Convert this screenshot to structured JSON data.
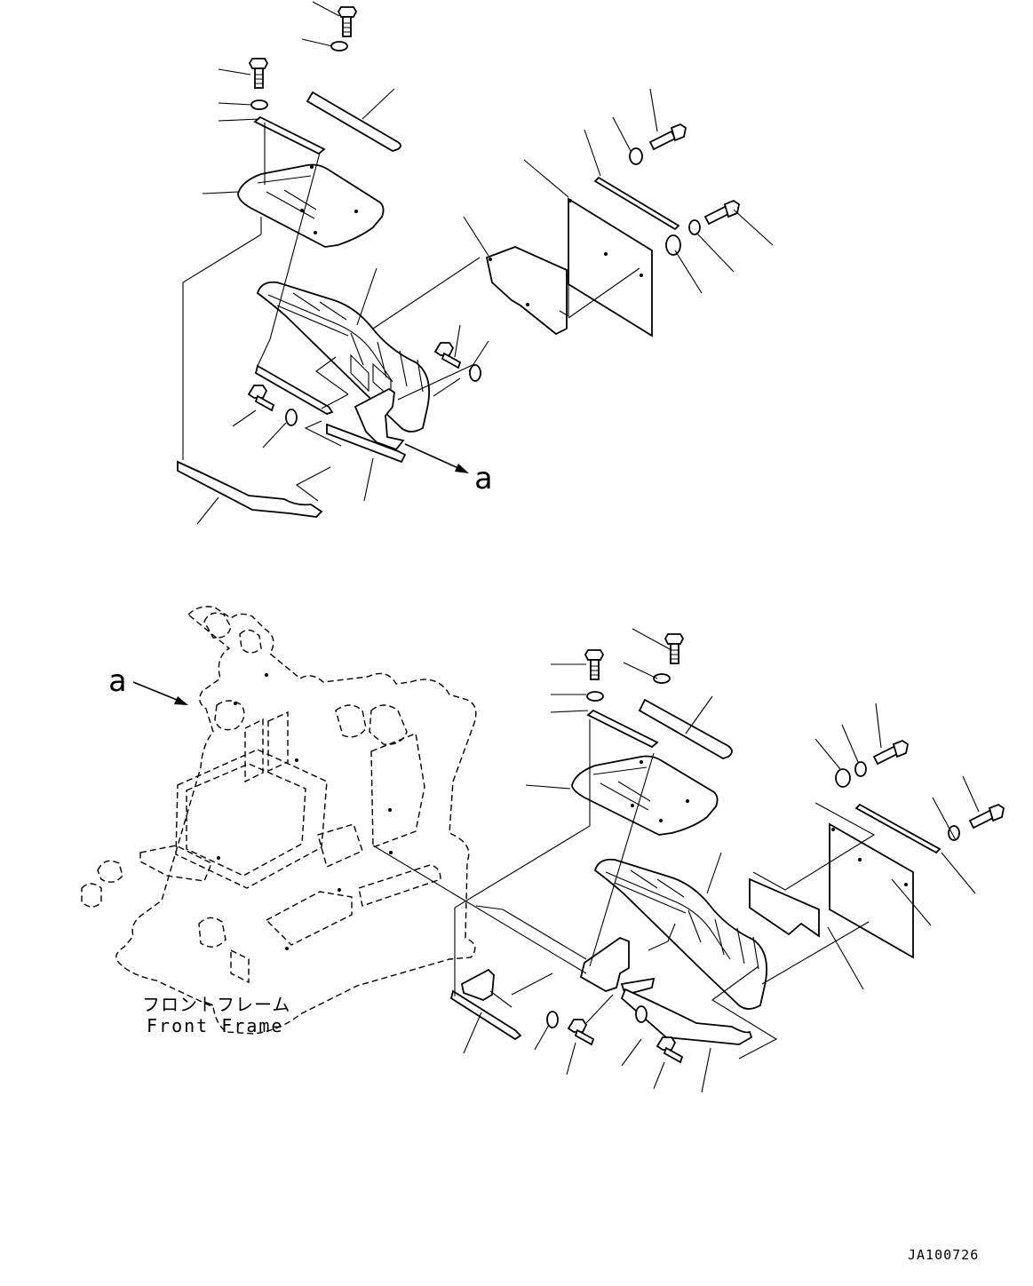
{
  "diagram": {
    "callout_a_top": "a",
    "callout_a_frame": "a",
    "frame_label_jp": "フロントフレーム",
    "frame_label_en": "Front Frame",
    "drawing_code": "JA100726"
  }
}
